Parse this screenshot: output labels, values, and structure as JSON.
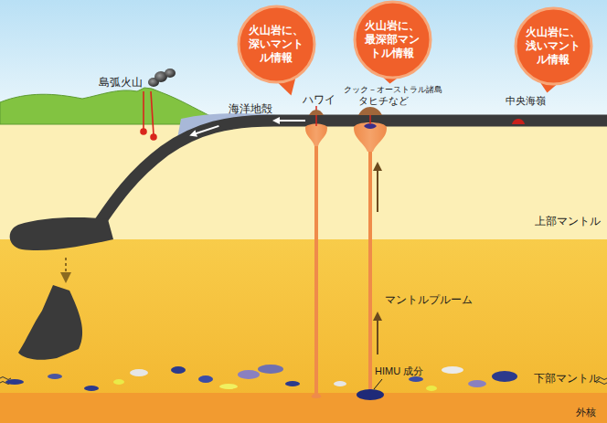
{
  "diagram": {
    "nodes": [
      {
        "text": [
          "火山岩に、深いマントル情報"
        ]
      },
      {
        "text": [
          "火山岩に、最深部マントル情報"
        ]
      },
      {
        "text": [
          "火山岩に、浅いマントル情報"
        ]
      }
    ],
    "labels": [
      "島弧火山",
      "海洋地殻",
      "ハワイ",
      "クック－オーストラル諸島",
      "タヒチなど",
      "中央海嶺",
      "上部マントル",
      "マントルプルーム",
      "HIMU 成分",
      "下部マントル",
      "外核"
    ]
  }
}
